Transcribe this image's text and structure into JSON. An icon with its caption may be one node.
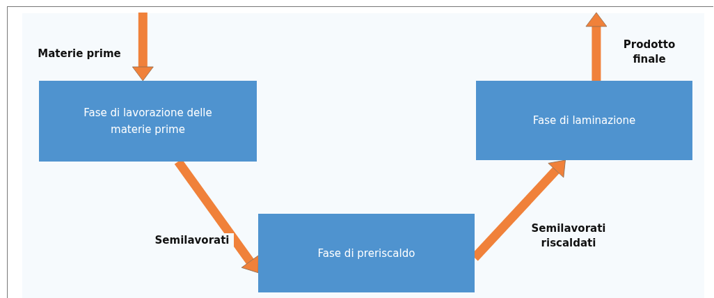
{
  "diagram": {
    "nodes": [
      {
        "text": [
          "Fase di lavorazione delle materie prime"
        ]
      },
      {
        "text": [
          "Fase di preriscaldo"
        ]
      },
      {
        "text": [
          "Fase di laminazione"
        ]
      }
    ],
    "edges": [
      {
        "from": null,
        "to": 0,
        "arrow": "to",
        "label": "Materie prime"
      },
      {
        "from": 0,
        "to": 1,
        "arrow": "to",
        "label": "Semilavorati"
      },
      {
        "from": 1,
        "to": 2,
        "arrow": "to",
        "label": "Semilavorati riscaldati"
      },
      {
        "from": 2,
        "to": null,
        "arrow": "to",
        "label": "Prodotto finale"
      }
    ]
  }
}
